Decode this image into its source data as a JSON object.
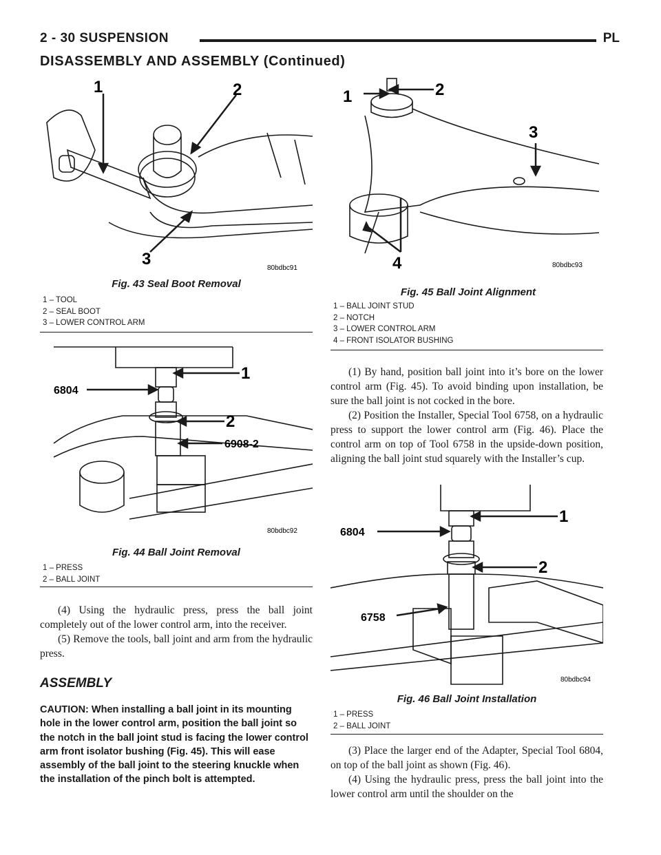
{
  "header": {
    "page": "2 - 30   SUSPENSION",
    "code": "PL"
  },
  "section_title": "DISASSEMBLY AND ASSEMBLY (Continued)",
  "fig43": {
    "image_id": "80bdbc91",
    "callouts": [
      "1",
      "2",
      "3"
    ],
    "caption": "Fig. 43 Seal Boot Removal",
    "legend": [
      "1 – TOOL",
      "2 – SEAL BOOT",
      "3 – LOWER CONTROL ARM"
    ]
  },
  "fig44": {
    "image_id": "80bdbc92",
    "callouts": [
      "1",
      "2"
    ],
    "tools": [
      "6804",
      "6908-2"
    ],
    "caption": "Fig. 44 Ball Joint Removal",
    "legend": [
      "1 – PRESS",
      "2 – BALL JOINT"
    ]
  },
  "fig45": {
    "image_id": "80bdbc93",
    "callouts": [
      "1",
      "2",
      "3",
      "4"
    ],
    "caption": "Fig. 45 Ball Joint Alignment",
    "legend": [
      "1 – BALL JOINT STUD",
      "2 – NOTCH",
      "3 – LOWER CONTROL ARM",
      "4 – FRONT ISOLATOR BUSHING"
    ]
  },
  "fig46": {
    "image_id": "80bdbc94",
    "callouts": [
      "1",
      "2"
    ],
    "tools": [
      "6804",
      "6758"
    ],
    "caption": "Fig. 46 Ball Joint Installation",
    "legend": [
      "1 – PRESS",
      "2 – BALL JOINT"
    ]
  },
  "left_col": {
    "para4": "(4) Using the hydraulic press, press the ball joint completely out of the lower control arm, into the receiver.",
    "para5": "(5) Remove the tools, ball joint and arm from the hydraulic press.",
    "assembly_heading": "ASSEMBLY",
    "caution": "CAUTION: When installing a ball joint in its mounting hole in the lower control arm, position the ball joint so the notch in the ball joint stud is facing the lower control arm front isolator bushing (Fig. 45). This will ease assembly of the ball joint to the steering knuckle when the installation of the pinch bolt is attempted."
  },
  "right_col": {
    "para1": "(1) By hand, position ball joint into it’s bore on the lower control arm (Fig. 45). To avoid binding upon installation, be sure the ball joint is not cocked in the bore.",
    "para2": "(2) Position the Installer, Special Tool 6758, on a hydraulic press to support the lower control arm (Fig. 46). Place the control arm on top of Tool 6758 in the upside-down position, aligning the ball joint stud squarely with the Installer’s cup.",
    "para3": "(3) Place the larger end of the Adapter, Special Tool 6804, on top of the ball joint as shown (Fig. 46).",
    "para4": "(4) Using the hydraulic press, press the ball joint into the lower control arm until the shoulder on the"
  }
}
